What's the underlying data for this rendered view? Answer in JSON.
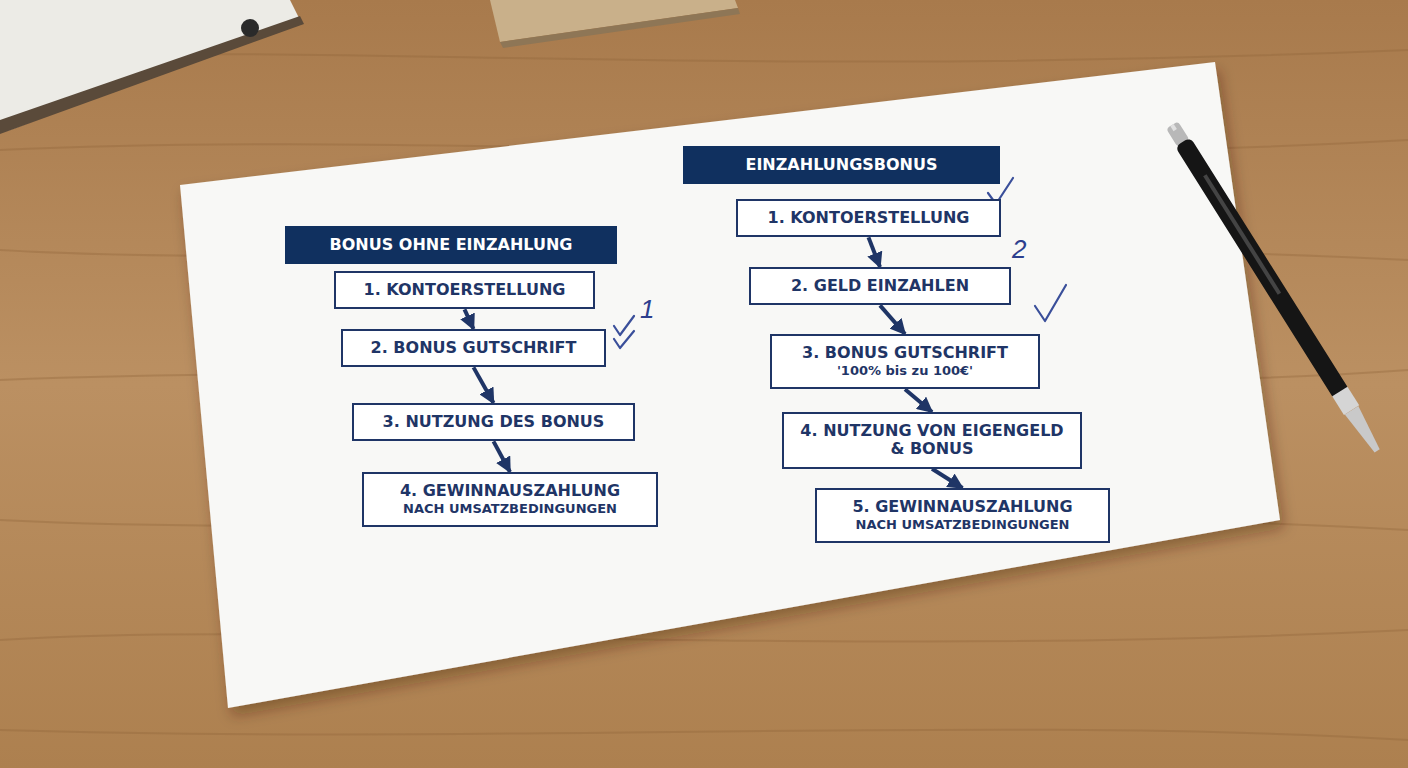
{
  "diagram": {
    "nodes": [
      {
        "text": [
          "BONUS OHNE EINZAHLUNG"
        ]
      },
      {
        "text": [
          "1. KONTOERSTELLUNG"
        ]
      },
      {
        "text": [
          "2. BONUS GUTSCHRIFT"
        ]
      },
      {
        "text": [
          "3. NUTZUNG DES BONUS"
        ]
      },
      {
        "text": [
          "4. GEWINNAUSZAHLUNG",
          "NACH UMSATZBEDINGUNGEN"
        ]
      },
      {
        "text": [
          "EINZAHLUNGSBONUS"
        ]
      },
      {
        "text": [
          "1. KONTOERSTELLUNG"
        ]
      },
      {
        "text": [
          "2. GELD EINZAHLEN"
        ]
      },
      {
        "text": [
          "3. BONUS GUTSCHRIFT",
          "'100% bis zu 100€'"
        ]
      },
      {
        "text": [
          "4. NUTZUNG VON EIGENGELD & BONUS"
        ]
      },
      {
        "text": [
          "5. GEWINNAUSZAHLUNG",
          "NACH UMSATZBEDINGUNGEN"
        ]
      }
    ],
    "edges": [
      {
        "from": 1,
        "to": 2,
        "arrow": "to"
      },
      {
        "from": 2,
        "to": 3,
        "arrow": "to"
      },
      {
        "from": 3,
        "to": 4,
        "arrow": "to"
      },
      {
        "from": 6,
        "to": 7,
        "arrow": "to"
      },
      {
        "from": 7,
        "to": 8,
        "arrow": "to"
      },
      {
        "from": 8,
        "to": 9,
        "arrow": "to"
      },
      {
        "from": 9,
        "to": 10,
        "arrow": "to"
      }
    ],
    "labels": [
      "1",
      "2"
    ]
  }
}
